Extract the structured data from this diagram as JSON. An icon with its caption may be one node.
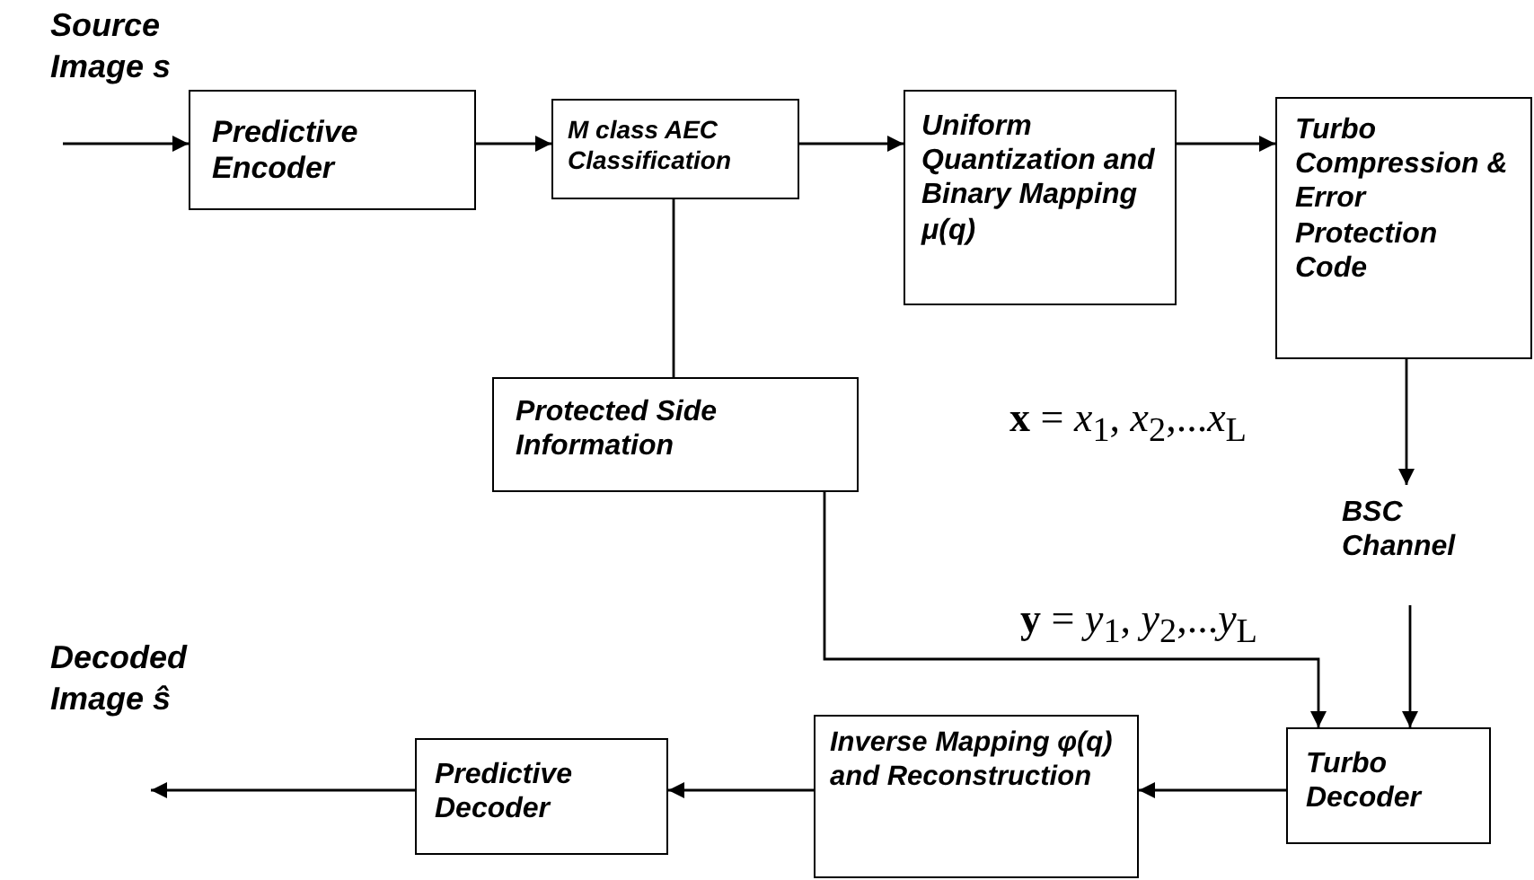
{
  "diagram": {
    "nodes": [
      {
        "text": [
          "Predictive Encoder"
        ]
      },
      {
        "text": [
          "M class AEC Classification"
        ]
      },
      {
        "text": [
          "Uniform Quantization and Binary Mapping μ(q)"
        ]
      },
      {
        "text": [
          "Turbo Compression & Error Protection Code"
        ]
      },
      {
        "text": [
          "Protected Side Information"
        ]
      },
      {
        "text": [
          "BSC Channel"
        ]
      },
      {
        "text": [
          "Turbo Decoder"
        ]
      },
      {
        "text": [
          "Inverse Mapping φ(q) and Reconstruction"
        ]
      },
      {
        "text": [
          "Predictive Decoder"
        ]
      }
    ],
    "edges": [
      {
        "from": null,
        "to": 0,
        "arrow": "to"
      },
      {
        "from": 0,
        "to": 1,
        "arrow": "to"
      },
      {
        "from": 1,
        "to": 2,
        "arrow": "to"
      },
      {
        "from": 2,
        "to": 3,
        "arrow": "to"
      },
      {
        "from": 1,
        "to": 4,
        "arrow": "none"
      },
      {
        "from": 3,
        "to": 5,
        "arrow": "to"
      },
      {
        "from": 5,
        "to": 6,
        "arrow": "to"
      },
      {
        "from": 4,
        "to": 6,
        "arrow": "to"
      },
      {
        "from": 6,
        "to": 7,
        "arrow": "to"
      },
      {
        "from": 7,
        "to": 8,
        "arrow": "to"
      },
      {
        "from": 8,
        "to": null,
        "arrow": "to"
      }
    ],
    "labels": [
      "Source Image s",
      "**x** = *x*$_{1}$, *x*$_{2}$,...*x*$_{L}$",
      "**y** = *y*$_{1}$, *y*$_{2}$,...*y*$_{L}$",
      "Decoded Image ŝ"
    ]
  }
}
